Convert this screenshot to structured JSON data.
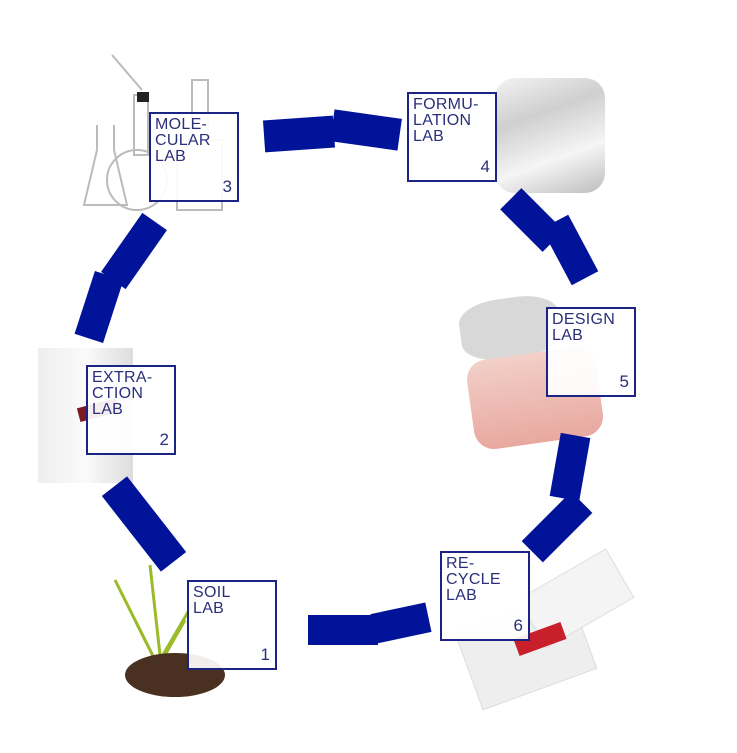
{
  "labs": [
    {
      "id": "soil",
      "label": "SOIL\nLAB",
      "number": "1"
    },
    {
      "id": "extraction",
      "label": "EXTRA-\nCTION\nLAB",
      "number": "2"
    },
    {
      "id": "molecular",
      "label": "MOLE-\nCULAR\nLAB",
      "number": "3"
    },
    {
      "id": "formulation",
      "label": "FORMU-\nLATION\nLAB",
      "number": "4"
    },
    {
      "id": "design",
      "label": "DESIGN\nLAB",
      "number": "5"
    },
    {
      "id": "recycle",
      "label": "RE-\nCYCLE\nLAB",
      "number": "6"
    }
  ],
  "colors": {
    "arrow": "#001399",
    "box_border": "#1b2482",
    "text": "#2a2f7a"
  }
}
